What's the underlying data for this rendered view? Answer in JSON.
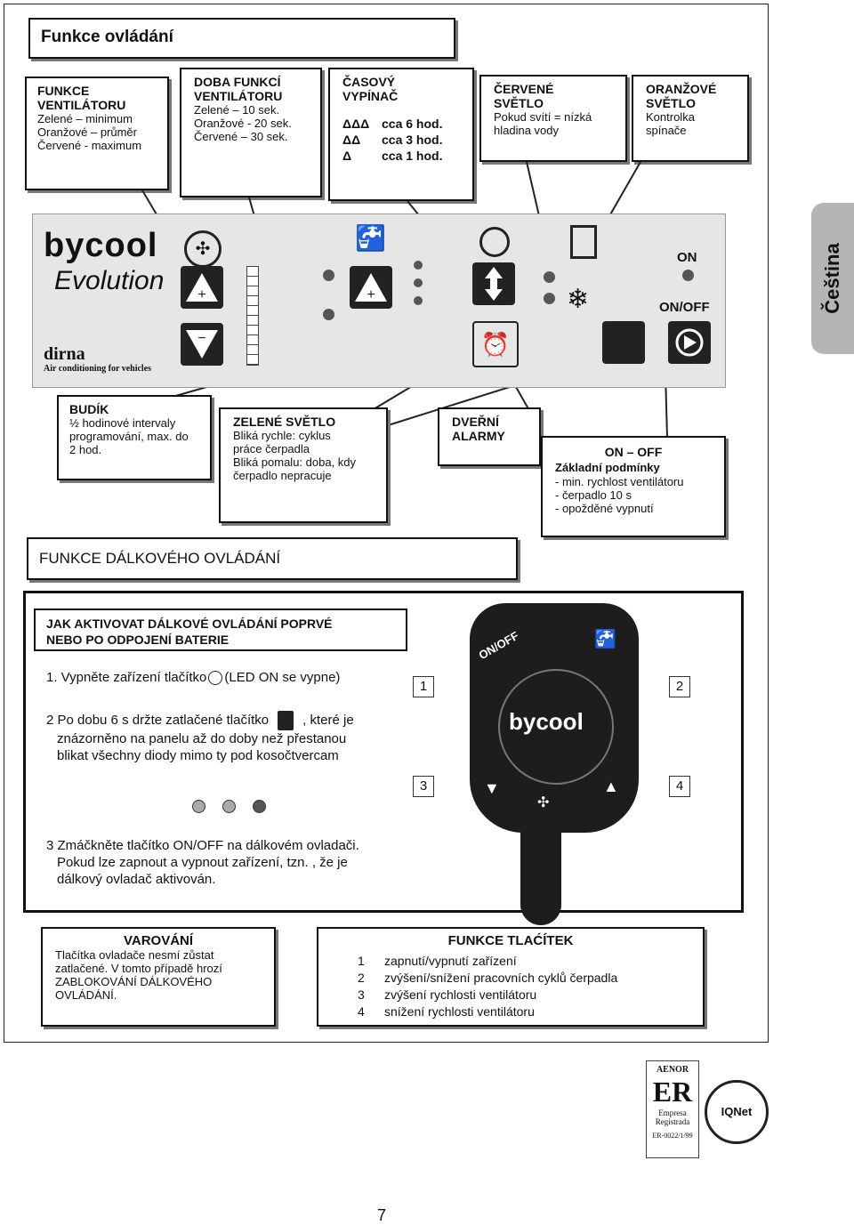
{
  "title": "Funkce ovládání",
  "side_tab": "Čeština",
  "top_boxes": {
    "fan": {
      "h": "FUNKCE\nVENTILÁTORU",
      "lines": [
        "Zelené – minimum",
        "Oranžové – průměr",
        "Červené - maximum"
      ]
    },
    "fan_time": {
      "h": "DOBA FUNKCÍ\nVENTILÁTORU",
      "lines": [
        "Zelené – 10 sek.",
        "Oranžové - 20 sek.",
        "Červené – 30 sek."
      ]
    },
    "timer": {
      "h": "ČASOVÝ\nVYPÍNAČ",
      "rows": [
        [
          "ΔΔΔ",
          "cca 6 hod."
        ],
        [
          "ΔΔ",
          "cca 3 hod."
        ],
        [
          "Δ",
          "cca 1 hod."
        ]
      ]
    },
    "red": {
      "h": "ČERVENÉ\nSVĚTLO",
      "lines": [
        "Pokud svítí = nízká",
        "hladina vody"
      ]
    },
    "orange": {
      "h": "ORANŽOVÉ\nSVĚTLO",
      "lines": [
        "Kontrolka",
        "spínače"
      ]
    }
  },
  "panel": {
    "brand": "bycool",
    "model": "Evolution",
    "maker": "dirna",
    "maker_sub": "Air conditioning for vehicles",
    "on": "ON",
    "onoff": "ON/OFF"
  },
  "mid_boxes": {
    "alarm": {
      "h": "BUDÍK",
      "lines": [
        "½ hodinové intervaly",
        "programování, max. do",
        "2 hod."
      ]
    },
    "green": {
      "h": "ZELENÉ SVĚTLO",
      "lines": [
        "Bliká rychle: cyklus",
        "práce čerpadla",
        "Bliká pomalu: doba, kdy",
        "čerpadlo nepracuje"
      ]
    },
    "door": {
      "h": "DVEŘNÍ\nALARMY"
    },
    "onoff": {
      "h": "ON – OFF",
      "sub": "Základní podmínky",
      "lines": [
        "- min. rychlost ventilátoru",
        "- čerpadlo 10 s",
        "- opožděné vypnutí"
      ]
    }
  },
  "remote_title": "FUNKCE DÁLKOVÉHO OVLÁDÁNÍ",
  "activate": {
    "h": "JAK AKTIVOVAT DÁLKOVÉ OVLÁDÁNÍ POPRVÉ\nNEBO PO ODPOJENÍ BATERIE",
    "s1a": "1. Vypněte zařízení tlačítko",
    "s1b": "(LED ON se vypne)",
    "s2a": "2 Po dobu 6 s držte zatlačené tlačítko",
    "s2b": ", které je",
    "s2c": "znázorněno na panelu až do doby než přestanou",
    "s2d": "blikat všechny diody mimo ty pod kosočtvercam",
    "s3": "3 Zmáčkněte tlačítko ON/OFF na dálkovém ovladači.",
    "s3b": "Pokud lze zapnout a vypnout zařízení, tzn. , že je",
    "s3c": "dálkový ovladač aktivován."
  },
  "remote": {
    "label": "ON/OFF",
    "brand": "bycool",
    "n1": "1",
    "n2": "2",
    "n3": "3",
    "n4": "4"
  },
  "warning": {
    "h": "VAROVÁNÍ",
    "lines": [
      "Tlačítka ovladače nesmí zůstat",
      "zatlačené. V tomto případě hrozí",
      "ZABLOKOVÁNÍ DÁLKOVÉHO",
      "OVLÁDÁNÍ."
    ]
  },
  "functions": {
    "h": "FUNKCE TLAĆÍTEK",
    "rows": [
      [
        "1",
        "zapnutí/vypnutí zařízení"
      ],
      [
        "2",
        "zvýšení/snížení pracovních cyklů čerpadla"
      ],
      [
        "3",
        "zvýšení rychlosti ventilátoru"
      ],
      [
        "4",
        "snížení rychlosti ventilátoru"
      ]
    ]
  },
  "cert": {
    "org": "AENOR",
    "mark": "ER",
    "l1": "Empresa",
    "l2": "Registrada",
    "code": "ER-0022/1/99",
    "iqnet": "IQNet"
  },
  "page_number": "7",
  "colors": {
    "panel": "#e6e6e6",
    "tab": "#b5b5b5",
    "dark": "#1d1d1d"
  }
}
